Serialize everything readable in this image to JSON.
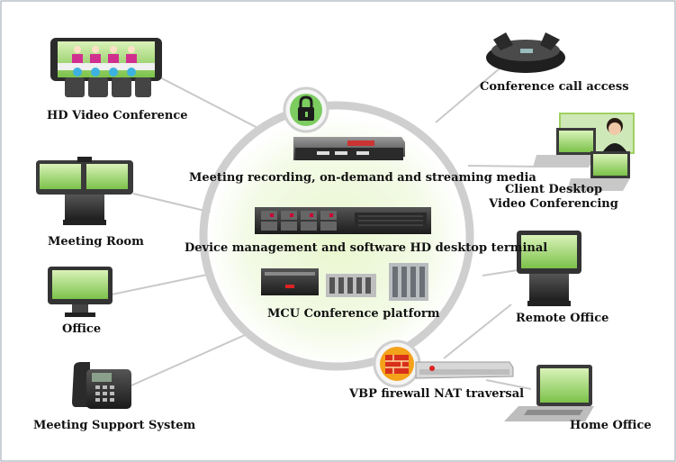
{
  "colors": {
    "ring": "#c8c8c8",
    "center_glow": "#e3f2c4",
    "screen_green": "#9fd86a",
    "firewall_orange": "#f4a21a",
    "lock_green": "#7ccc60"
  },
  "nodes": {
    "hd_video_conference": "HD Video Conference",
    "meeting_room": "Meeting Room",
    "office": "Office",
    "meeting_support_system": "Meeting Support System",
    "conference_call_access": "Conference call access",
    "client_desktop_line1": "Client  Desktop",
    "client_desktop_line2": "Video Conferencing",
    "remote_office": "Remote Office",
    "home_office": "Home Office"
  },
  "center": {
    "recording": "Meeting recording, on-demand and streaming media",
    "device_management": "Device management and software HD desktop terminal",
    "mcu_platform": "MCU Conference platform",
    "vbp_firewall": "VBP firewall NAT traversal"
  },
  "icons": {
    "lock": "lock-icon",
    "firewall": "firewall-icon"
  }
}
